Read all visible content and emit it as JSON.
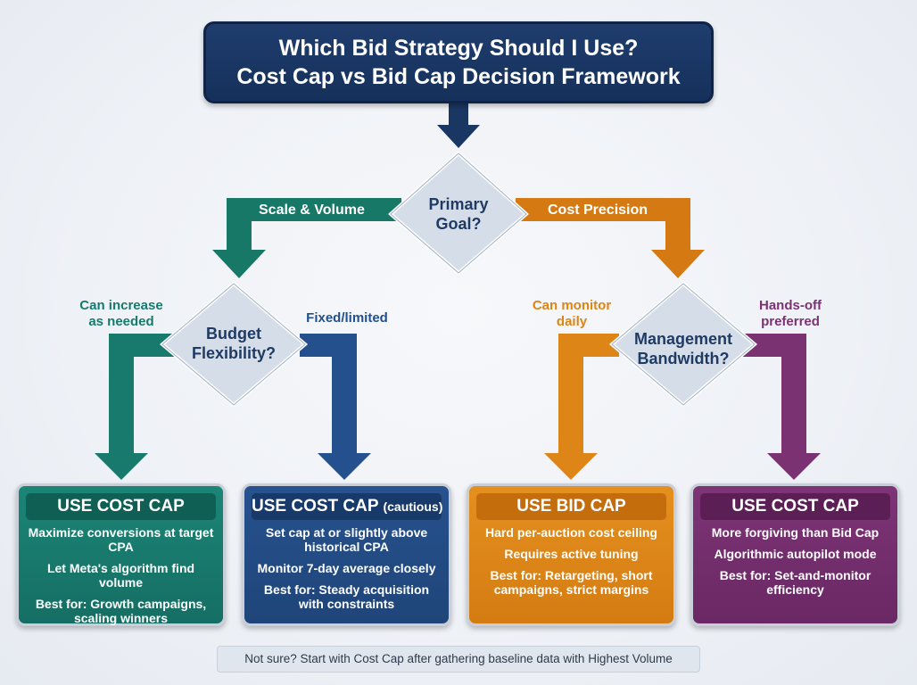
{
  "title": {
    "line1": "Which Bid Strategy Should I Use?",
    "line2": "Cost Cap vs Bid Cap Decision Framework"
  },
  "decisions": {
    "primary": {
      "line1": "Primary",
      "line2": "Goal?"
    },
    "budget": {
      "line1": "Budget",
      "line2": "Flexibility?"
    },
    "management": {
      "line1": "Management",
      "line2": "Bandwidth?"
    }
  },
  "branches": {
    "scale": "Scale & Volume",
    "precision": "Cost Precision"
  },
  "edges": {
    "can_increase": {
      "line1": "Can increase",
      "line2": "as needed"
    },
    "fixed": "Fixed/limited",
    "can_monitor": {
      "line1": "Can monitor",
      "line2": "daily"
    },
    "hands_off": {
      "line1": "Hands-off",
      "line2": "preferred"
    }
  },
  "outcomes": [
    {
      "heading": "USE COST CAP",
      "suffix": "",
      "lines": [
        "Maximize conversions at target CPA",
        "Let Meta's algorithm find volume",
        "Best for: Growth campaigns, scaling winners"
      ]
    },
    {
      "heading": "USE COST CAP",
      "suffix": "(cautious)",
      "lines": [
        "Set cap at or slightly above historical CPA",
        "Monitor 7-day average closely",
        "Best for: Steady acquisition with constraints"
      ]
    },
    {
      "heading": "USE BID CAP",
      "suffix": "",
      "lines": [
        "Hard per-auction cost ceiling",
        "Requires active tuning",
        "Best for: Retargeting, short campaigns, strict margins"
      ]
    },
    {
      "heading": "USE COST CAP",
      "suffix": "",
      "lines": [
        "More forgiving than Bid Cap",
        "Algorithmic autopilot mode",
        "Best for: Set-and-monitor efficiency"
      ]
    }
  ],
  "footer": "Not sure? Start with Cost Cap after gathering baseline data with Highest Volume",
  "colors": {
    "navy": "#1a3763",
    "teal": "#177a6c",
    "blue": "#22508c",
    "orange": "#dd8415",
    "purple": "#7a3272",
    "diamond_fill": "#d5dde8"
  }
}
